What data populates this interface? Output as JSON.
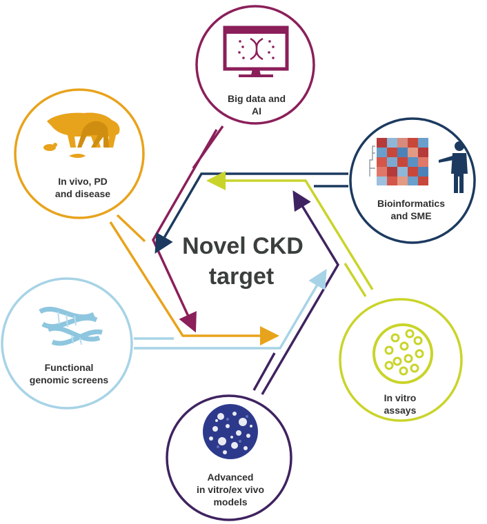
{
  "center": {
    "line1": "Novel CKD",
    "line2": "target"
  },
  "nodes": {
    "big_data": {
      "label1": "Big data and",
      "label2": "AI",
      "color": "#8b1f5a",
      "icon": "monitor-dna-icon"
    },
    "in_vivo": {
      "label1": "In vivo, PD",
      "label2": "and disease",
      "color": "#e8a31c",
      "icon": "animals-icon"
    },
    "bioinformatics": {
      "label1": "Bioinformatics",
      "label2": "and SME",
      "color": "#1c3a5f",
      "icon": "heatmap-presenter-icon"
    },
    "functional": {
      "label1": "Functional",
      "label2": "genomic screens",
      "color": "#a7d3e6",
      "icon": "dna-helix-icon"
    },
    "in_vitro": {
      "label1": "In vitro",
      "label2": "assays",
      "color": "#c9d42a",
      "icon": "petri-dish-icon"
    },
    "advanced": {
      "label1": "Advanced",
      "label2": "in vitro/ex vivo",
      "label3": "models",
      "color": "#3f2360",
      "icon": "organoid-icon"
    }
  }
}
